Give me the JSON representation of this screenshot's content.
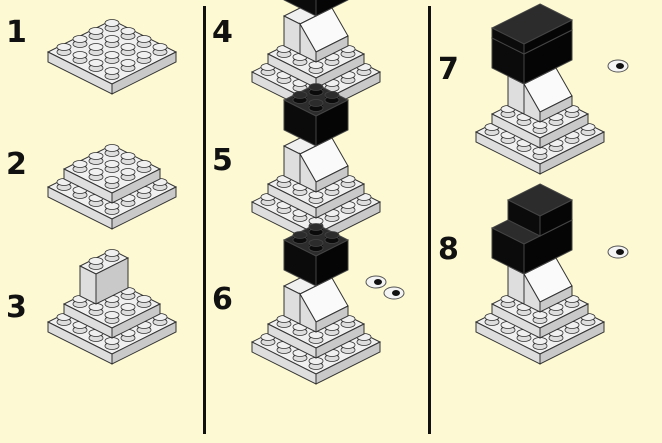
{
  "steps": [
    {
      "label": "1"
    },
    {
      "label": "2"
    },
    {
      "label": "3"
    },
    {
      "label": "4"
    },
    {
      "label": "5"
    },
    {
      "label": "6"
    },
    {
      "label": "7"
    },
    {
      "label": "8"
    }
  ],
  "colors": {
    "background": "#fdf9d2",
    "brick_white": "#f0f0f0",
    "brick_white_shade": "#c9c9c9",
    "brick_white_side": "#dedede",
    "brick_black": "#151515",
    "brick_black_top": "#2c2c2c",
    "outline": "#333333",
    "divider": "#111111"
  }
}
